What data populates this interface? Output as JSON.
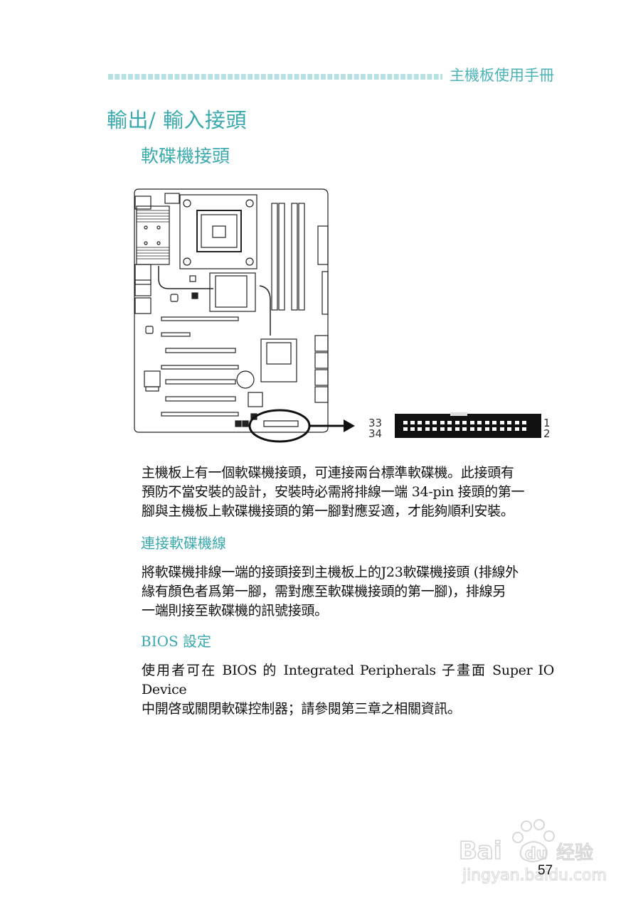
{
  "header": {
    "running_title": "主機板使用手冊",
    "accent_color": "#3aa9ad",
    "dot_color": "#b6e0e2"
  },
  "section": {
    "title": "輸出/ 輸入接頭",
    "subtitle": "軟碟機接頭"
  },
  "figure": {
    "board_label": "motherboard-layout",
    "connector": {
      "pin_top_left": "33",
      "pin_bottom_left": "34",
      "pin_top_right": "1",
      "pin_bottom_right": "2",
      "pins_per_row": 17
    }
  },
  "body": {
    "intro": "主機板上有一個軟碟機接頭，可連接兩台標準軟碟機。此接頭有預防不當安裝的設計，安裝時必需將排線一端 34-pin 接頭的第一腳與主機板上軟碟機接頭的第一腳對應妥適，才能夠順利安裝。",
    "intro_lines": [
      "主機板上有一個軟碟機接頭，可連接兩台標準軟碟機。此接頭有",
      "預防不當安裝的設計，安裝時必需將排線一端 34-pin 接頭的第一",
      "腳與主機板上軟碟機接頭的第一腳對應妥適，才能夠順利安裝。"
    ],
    "cable_heading": "連接軟碟機線",
    "cable_lines": [
      "將軟碟機排線一端的接頭接到主機板上的J23軟碟機接頭 (排線外",
      "緣有顏色者爲第一腳，需對應至軟碟機接頭的第一腳)，排線另",
      "一端則接至軟碟機的訊號接頭。"
    ],
    "bios_heading": "BIOS 設定",
    "bios_lines": [
      "使用者可在 BIOS 的 Integrated Peripherals 子畫面 Super IO Device",
      "中開啓或關閉軟碟控制器；請參閱第三章之相關資訊。"
    ]
  },
  "footer": {
    "page_number": "57",
    "watermark_brand": "Bai du 经验",
    "watermark_url": "jingyan.baidu.com"
  }
}
